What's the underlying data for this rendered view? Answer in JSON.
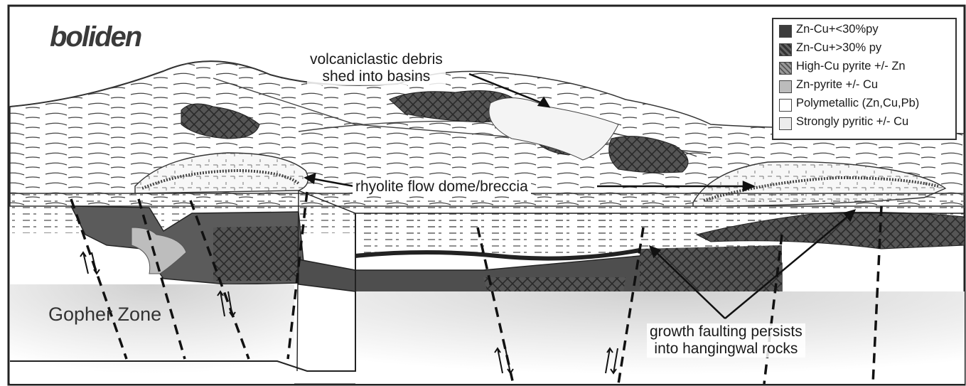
{
  "title": "boliden",
  "labels": {
    "volcaniclastic": [
      "volcaniclastic debris",
      "shed into basins"
    ],
    "rhyolite": "rhyolite flow dome/breccia",
    "gopher": "Gopher Zone",
    "growth": [
      "growth faulting persists",
      "into hangingwal rocks"
    ]
  },
  "legend": [
    {
      "label": "Zn-Cu+<30%py",
      "pattern": "dark"
    },
    {
      "label": "Zn-Cu+>30% py",
      "pattern": "dark-cross"
    },
    {
      "label": "High-Cu pyrite +/- Zn",
      "pattern": "cross"
    },
    {
      "label": "Zn-pyrite +/- Cu",
      "pattern": "stipple"
    },
    {
      "label": "Polymetallic (Zn,Cu,Pb)",
      "pattern": "white"
    },
    {
      "label": "Strongly pyritic +/- Cu",
      "pattern": "light"
    }
  ],
  "colors": {
    "ink": "#222222",
    "dark_ore": "#4a4a4a",
    "pale": "#efefef"
  }
}
